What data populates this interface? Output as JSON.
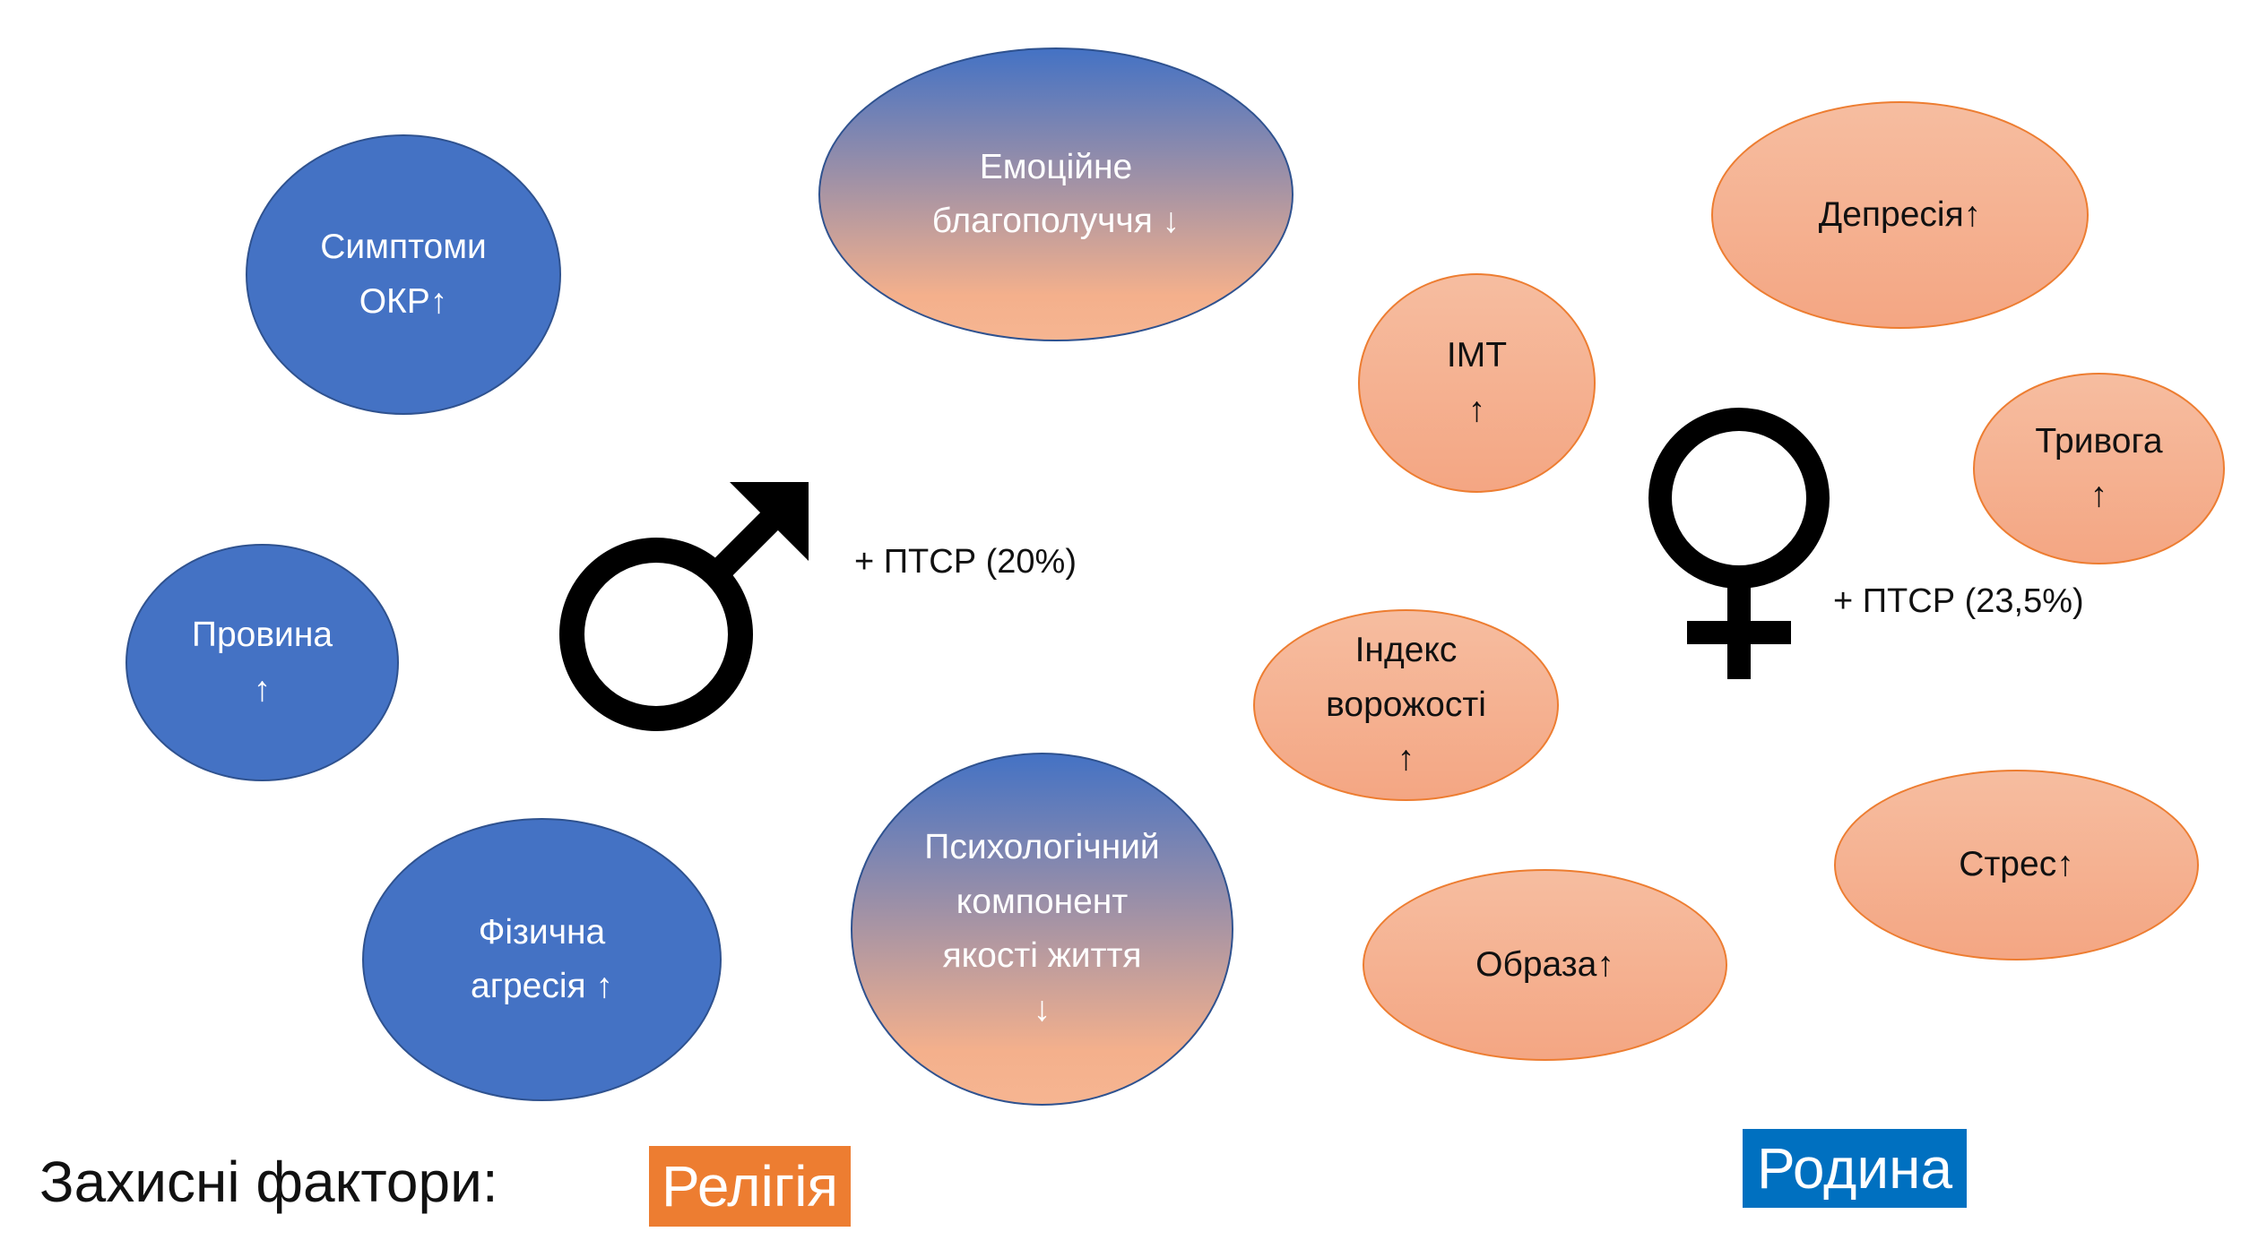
{
  "male": {
    "items": [
      "Симптоми\nОКР↑",
      "Емоційне\nблагополуччя ↓",
      "Провина\n↑",
      "Фізична\nагресія ↑",
      "Психологічний\nкомпонент\nякості життя\n↓"
    ],
    "ptsd": "+ ПТСР (20%)"
  },
  "female": {
    "items": [
      "Депресія↑",
      "ІМТ\n↑",
      "Тривога\n↑",
      "Індекс\nворожості\n↑",
      "Стрес↑",
      "Образа↑"
    ],
    "ptsd": "+ ПТСР (23,5%)"
  },
  "protective": {
    "label": "Захисні фактори:",
    "religion": "Релігія",
    "family": "Родина"
  },
  "colors": {
    "blue": "#4472c4",
    "peach": "#f4b08c",
    "religion_tag": "#ed7d31",
    "family_tag": "#0070c0"
  },
  "icons": {
    "male": "mars-symbol",
    "female": "venus-symbol"
  }
}
